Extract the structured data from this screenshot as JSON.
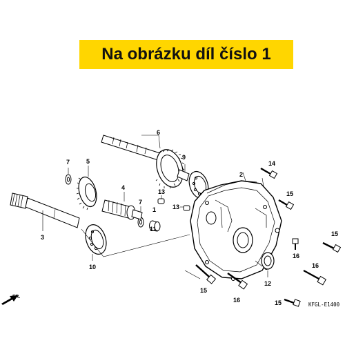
{
  "banner": {
    "text": "Na obrázku díl číslo 1",
    "color": "#ffd600"
  },
  "diagram": {
    "direction_label": "FR.",
    "diagram_code": "KFGL-E1400",
    "callouts": [
      "1",
      "2",
      "3",
      "4",
      "5",
      "6",
      "7",
      "7",
      "9",
      "10",
      "11",
      "12",
      "13",
      "13",
      "14",
      "15",
      "15",
      "15",
      "15",
      "16",
      "16",
      "16"
    ]
  }
}
